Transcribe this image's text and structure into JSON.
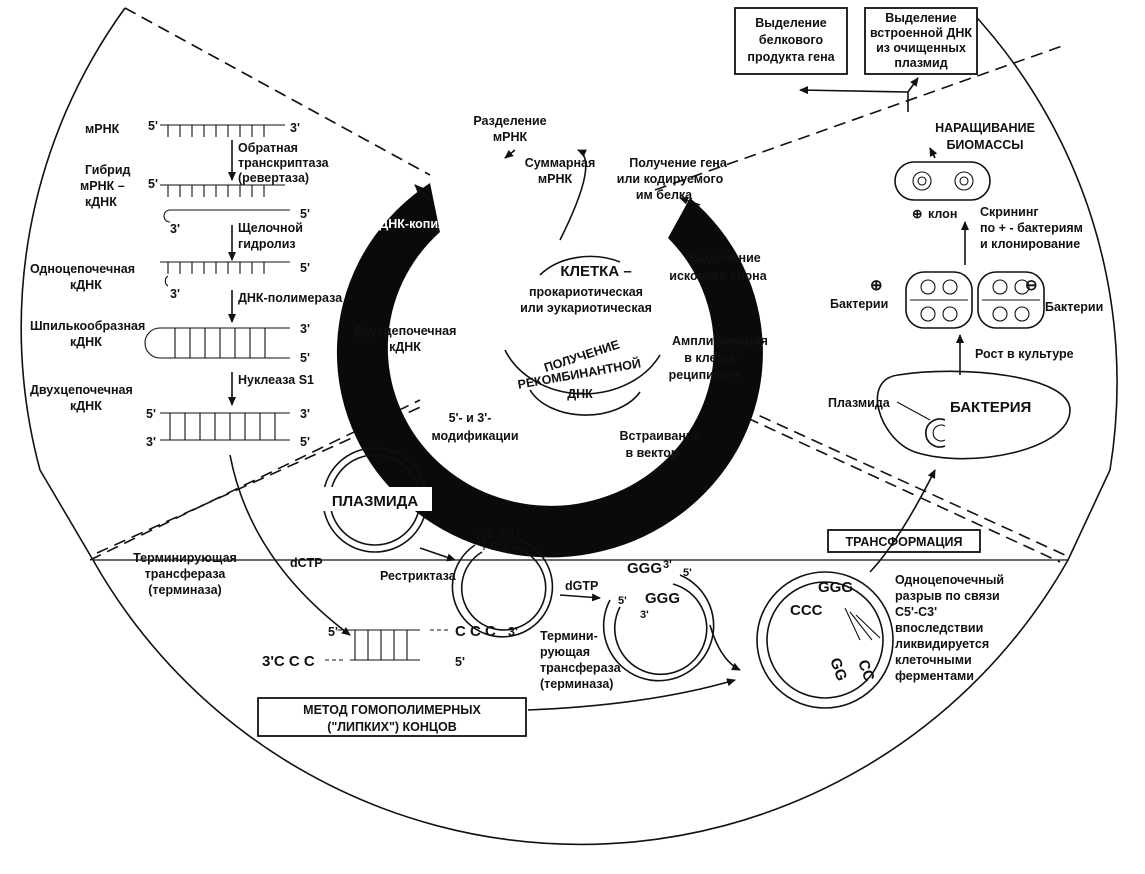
{
  "ring": {
    "cell_title": "КЛЕТКА –",
    "cell_sub1": "прокариотическая",
    "cell_sub2": "или эукариотическая",
    "recomb1": "ПОЛУЧЕНИЕ",
    "recomb2": "РЕКОМБИНАНТНОЙ",
    "recomb3": "ДНК",
    "separation1": "Разделение",
    "separation2": "мРНК",
    "total1": "Суммарная",
    "total2": "мРНК",
    "gene1": "Получение гена",
    "gene2": "или кодируемого",
    "gene3": "им белка",
    "dna_cdna": "ДНК-копия кДНК",
    "double1": "Двухцепочечная",
    "double2": "кДНК",
    "ends1": "5'- и 3'-",
    "ends2": "модификации",
    "isolate1": "Выделение",
    "isolate2": "искомого клона",
    "amplif1": "Амплификация",
    "amplif2": "в клетке-",
    "amplif3": "реципиенте",
    "insert1": "Встраивание",
    "insert2": "в вектор"
  },
  "left": {
    "mrna": "мРНК",
    "hybrid1": "Гибрид",
    "hybrid2": "мРНК –",
    "hybrid3": "кДНК",
    "rt1": "Обратная",
    "rt2": "транскриптаза",
    "rt3": "(ревертаза)",
    "alk1": "Щелочной",
    "alk2": "гидролиз",
    "single1": "Одноцепочечная",
    "single2": "кДНК",
    "polymerase": "ДНК-полимераза",
    "hairpin1": "Шпилькообразная",
    "hairpin2": "кДНК",
    "nuclease": "Нуклеаза S1",
    "double1": "Двухцепочечная",
    "double2": "кДНК",
    "p5": "5'",
    "p3": "3'"
  },
  "bottom": {
    "term1": "Терминирующая",
    "term2": "трансфераза",
    "term3": "(терминаза)",
    "dctp": "dCTP",
    "plasmid": "ПЛАЗМИДА",
    "restriction": "Рестриктаза",
    "dgtp": "dGTP",
    "term_b1": "Термини-",
    "term_b2": "рующая",
    "term_b3": "трансфераза",
    "term_b4": "(терминаза)",
    "ccc_top": "C C C",
    "ccc_bot": "3'C C C",
    "ggg": "GGG",
    "ccc": "CCC",
    "ccc_short": "CC",
    "gg_short": "GG",
    "method1": "МЕТОД ГОМОПОЛИМЕРНЫХ",
    "method2": "(\"ЛИПКИХ\") КОНЦОВ",
    "transformation": "ТРАНСФОРМАЦИЯ",
    "nick1": "Одноцепочечный",
    "nick2": "разрыв по связи",
    "nick3": "С5'-С3'",
    "nick4": "впоследствии",
    "nick5": "ликвидируется",
    "nick6": "клеточными",
    "nick7": "ферментами"
  },
  "right": {
    "box1_1": "Выделение",
    "box1_2": "белкового",
    "box1_3": "продукта гена",
    "box2_1": "Выделение",
    "box2_2": "встроенной ДНК",
    "box2_3": "из очищенных",
    "box2_4": "плазмид",
    "biomass1": "НАРАЩИВАНИЕ",
    "biomass2": "БИОМАССЫ",
    "clone": "клон",
    "screen1": "Скрининг",
    "screen2": "по + - бактериям",
    "screen3": "и клонирование",
    "bacteria": "Бактерии",
    "plus": "⊕",
    "minus": "⊖",
    "growth": "Рост в культуре",
    "plasmid": "Плазмида",
    "bacterium": "БАКТЕРИЯ"
  }
}
